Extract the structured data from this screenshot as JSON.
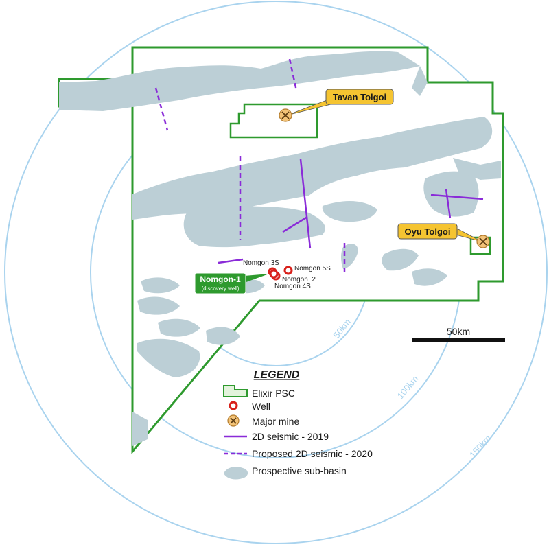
{
  "rings": [
    {
      "label": "50km"
    },
    {
      "label": "100km"
    },
    {
      "label": "150km"
    }
  ],
  "scale_bar": {
    "label": "50km"
  },
  "mines": [
    {
      "name": "Tavan Tolgoi"
    },
    {
      "name": "Oyu Tolgoi"
    }
  ],
  "discovery": {
    "name": "Nomgon-1",
    "note": "(discovery well)"
  },
  "wells": [
    "Nomgon 3S",
    "Nomgon 5S",
    "Nomgon  2",
    "Nomgon 4S"
  ],
  "legend": {
    "title": "LEGEND",
    "items": [
      {
        "label": "Elixir PSC",
        "icon": "psc-polygon-icon"
      },
      {
        "label": "Well",
        "icon": "well-icon"
      },
      {
        "label": "Major mine",
        "icon": "mine-icon"
      },
      {
        "label": "2D seismic - 2019",
        "icon": "solid-line-icon"
      },
      {
        "label": "Proposed 2D seismic - 2020",
        "icon": "dashed-line-icon"
      },
      {
        "label": "Prospective sub-basin",
        "icon": "basin-blob-icon"
      }
    ]
  },
  "colors": {
    "psc_outline": "#2e9a2e",
    "psc_fill": "#e3f3dc",
    "ring": "#a9d3ee",
    "basin": "#bccfd6",
    "seismic": "#8a2bd8",
    "well": "#d8211b",
    "mine_callout": "#f5c431",
    "discovery_callout": "#2e9a2e"
  }
}
